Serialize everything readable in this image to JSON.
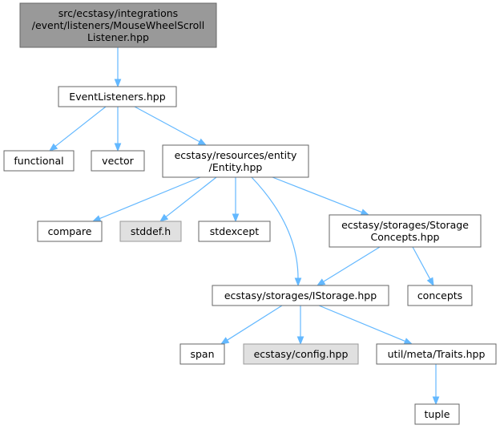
{
  "colors": {
    "root_fill": "#999999",
    "root_stroke": "#666666",
    "node_fill": "#ffffff",
    "node_stroke": "#666666",
    "external_fill": "#e0e0e0",
    "external_stroke": "#999999",
    "edge": "#63b8ff"
  },
  "nodes": [
    {
      "id": "root",
      "kind": "root",
      "lines": [
        "src/ecstasy/integrations",
        "/event/listeners/MouseWheelScroll",
        "Listener.hpp"
      ]
    },
    {
      "id": "eventlisteners",
      "kind": "normal",
      "lines": [
        "EventListeners.hpp"
      ]
    },
    {
      "id": "functional",
      "kind": "normal",
      "lines": [
        "functional"
      ]
    },
    {
      "id": "vector",
      "kind": "normal",
      "lines": [
        "vector"
      ]
    },
    {
      "id": "entity",
      "kind": "normal",
      "lines": [
        "ecstasy/resources/entity",
        "/Entity.hpp"
      ]
    },
    {
      "id": "compare",
      "kind": "normal",
      "lines": [
        "compare"
      ]
    },
    {
      "id": "stddef",
      "kind": "external",
      "lines": [
        "stddef.h"
      ]
    },
    {
      "id": "stdexcept",
      "kind": "normal",
      "lines": [
        "stdexcept"
      ]
    },
    {
      "id": "storageconcepts",
      "kind": "normal",
      "lines": [
        "ecstasy/storages/Storage",
        "Concepts.hpp"
      ]
    },
    {
      "id": "istorage",
      "kind": "normal",
      "lines": [
        "ecstasy/storages/IStorage.hpp"
      ]
    },
    {
      "id": "concepts",
      "kind": "normal",
      "lines": [
        "concepts"
      ]
    },
    {
      "id": "span",
      "kind": "normal",
      "lines": [
        "span"
      ]
    },
    {
      "id": "config",
      "kind": "external",
      "lines": [
        "ecstasy/config.hpp"
      ]
    },
    {
      "id": "traits",
      "kind": "normal",
      "lines": [
        "util/meta/Traits.hpp"
      ]
    },
    {
      "id": "tuple",
      "kind": "normal",
      "lines": [
        "tuple"
      ]
    }
  ],
  "edges": [
    {
      "from": "root",
      "to": "eventlisteners"
    },
    {
      "from": "eventlisteners",
      "to": "functional"
    },
    {
      "from": "eventlisteners",
      "to": "vector"
    },
    {
      "from": "eventlisteners",
      "to": "entity"
    },
    {
      "from": "entity",
      "to": "compare"
    },
    {
      "from": "entity",
      "to": "stddef"
    },
    {
      "from": "entity",
      "to": "stdexcept"
    },
    {
      "from": "entity",
      "to": "istorage"
    },
    {
      "from": "entity",
      "to": "storageconcepts"
    },
    {
      "from": "storageconcepts",
      "to": "istorage"
    },
    {
      "from": "storageconcepts",
      "to": "concepts"
    },
    {
      "from": "istorage",
      "to": "span"
    },
    {
      "from": "istorage",
      "to": "config"
    },
    {
      "from": "istorage",
      "to": "traits"
    },
    {
      "from": "traits",
      "to": "tuple"
    }
  ]
}
